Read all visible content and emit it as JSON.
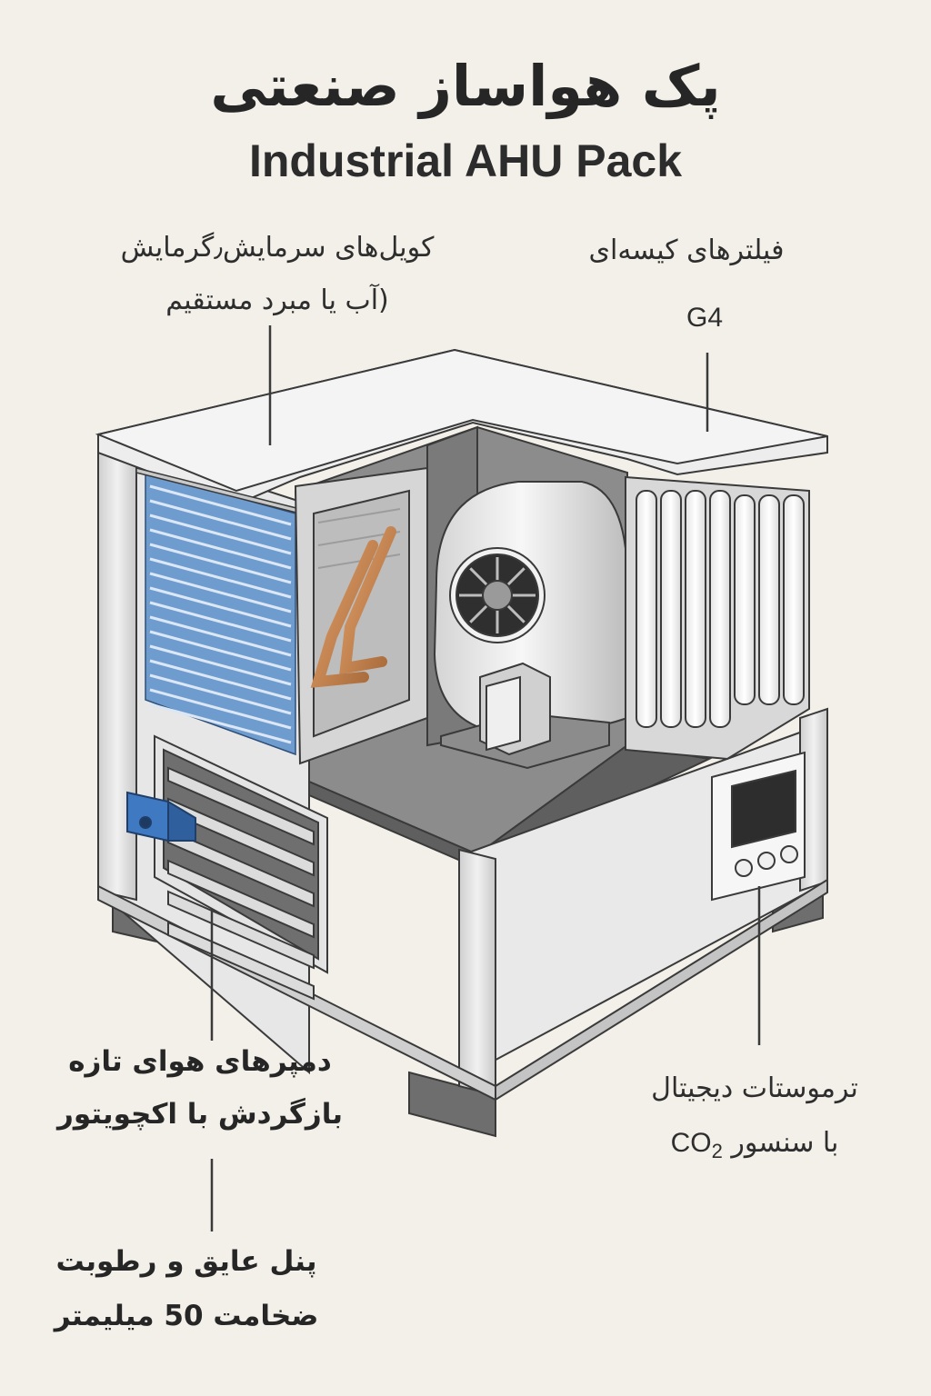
{
  "title_fa": "پک هواساز صنعتی",
  "title_en": "Industrial AHU Pack",
  "labels": {
    "coils_line1": "کویل‌های سرمایش٫گرمایش",
    "coils_line2": "(آب یا مبرد مستقیم",
    "filters_line1": "فیلترهای کیسه‌ای",
    "filters_line2": "G4",
    "dampers_line1": "دمپرهای هوای تازه",
    "dampers_line2": "بازگردش با اکچویتور",
    "thermostat_line1": "ترموستات دیجیتال",
    "thermostat_line2": "با سنسور",
    "thermostat_co2": "CO",
    "thermostat_co2_sub": "2",
    "panel_line1": "پنل عایق و رطوبت",
    "panel_line2": "ضخامت 50 میلیمتر"
  },
  "colors": {
    "background": "#f3efe9",
    "coil_blue": "#6f9ccf",
    "copper": "#c98a55",
    "actuator_blue": "#3f79c2",
    "frame": "#dcdcdc",
    "floor": "#6b6b6b"
  },
  "icons": {
    "fan": "centrifugal-fan-icon",
    "actuator": "damper-actuator-icon",
    "thermostat": "thermostat-display-icon"
  }
}
